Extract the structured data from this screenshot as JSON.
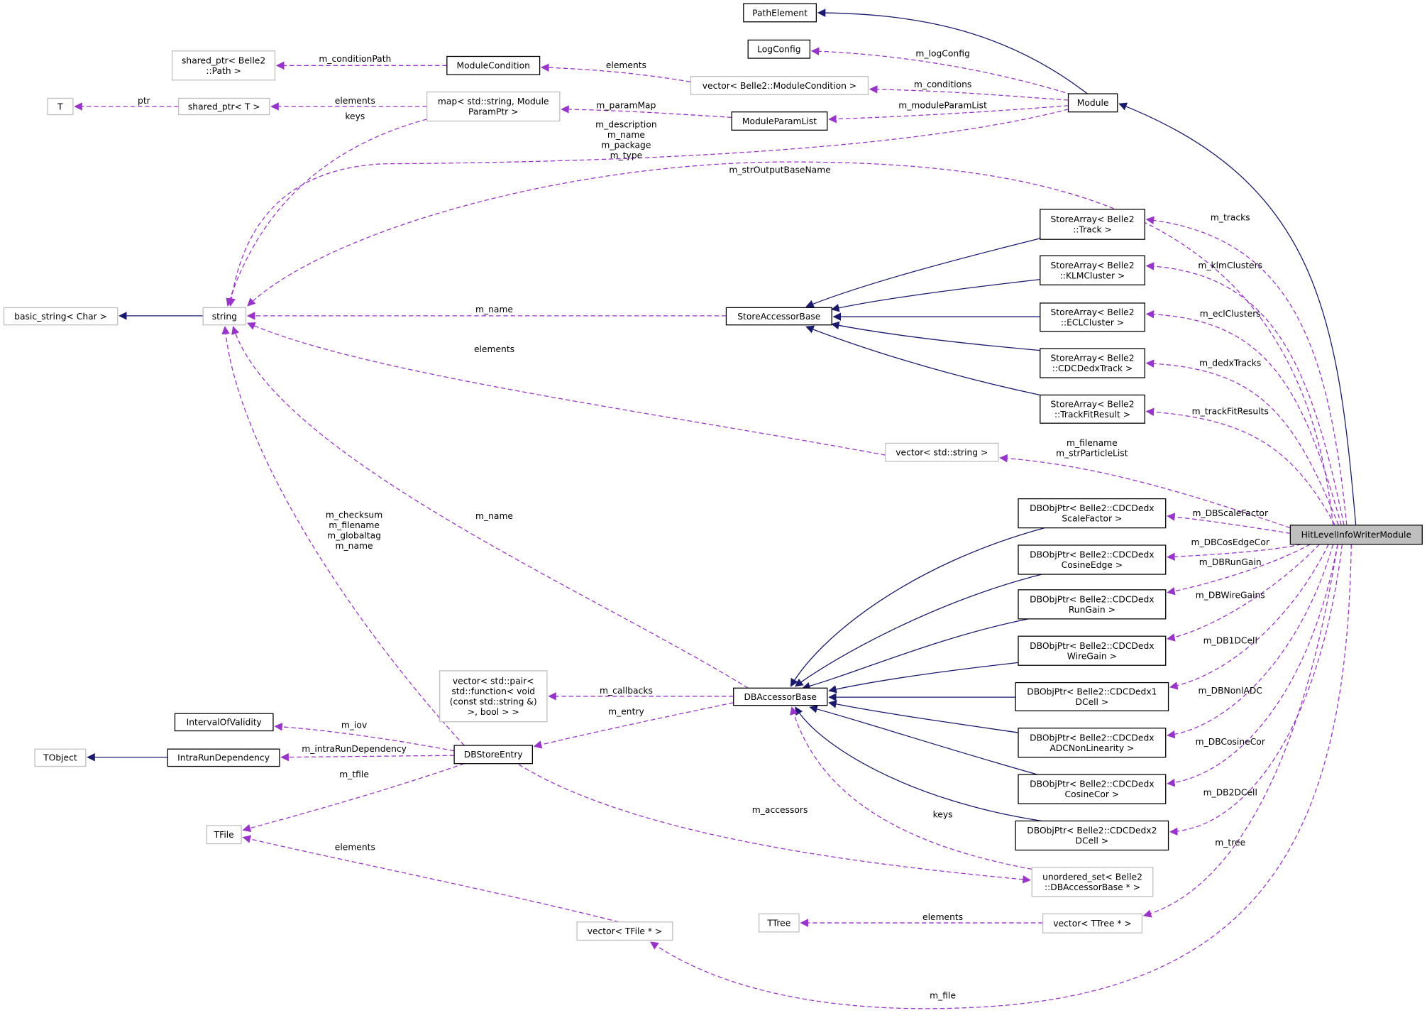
{
  "diagram": {
    "title": "HitLevelInfoWriterModule collaboration graph",
    "colors": {
      "inheritance": "#191970",
      "member": "#9a32cd",
      "main_fill": "#bfbfbf"
    },
    "nodes": [
      {
        "id": "PathElement",
        "lines": [
          "PathElement"
        ],
        "kind": "doc"
      },
      {
        "id": "LogConfig",
        "lines": [
          "LogConfig"
        ],
        "kind": "doc"
      },
      {
        "id": "ModuleCondition",
        "lines": [
          "ModuleCondition"
        ],
        "kind": "doc"
      },
      {
        "id": "SharedPtrPath",
        "lines": [
          "shared_ptr< Belle2",
          "::Path >"
        ],
        "kind": "undoc"
      },
      {
        "id": "VecModuleCondition",
        "lines": [
          "vector< Belle2::ModuleCondition >"
        ],
        "kind": "undoc"
      },
      {
        "id": "Module",
        "lines": [
          "Module"
        ],
        "kind": "doc"
      },
      {
        "id": "T",
        "lines": [
          "T"
        ],
        "kind": "undoc"
      },
      {
        "id": "SharedPtrT",
        "lines": [
          "shared_ptr< T >"
        ],
        "kind": "undoc"
      },
      {
        "id": "MapParam",
        "lines": [
          "map< std::string, Module",
          "ParamPtr >"
        ],
        "kind": "undoc"
      },
      {
        "id": "ModuleParamList",
        "lines": [
          "ModuleParamList"
        ],
        "kind": "doc"
      },
      {
        "id": "SATrack",
        "lines": [
          "StoreArray< Belle2",
          "::Track >"
        ],
        "kind": "doc"
      },
      {
        "id": "SAKLM",
        "lines": [
          "StoreArray< Belle2",
          "::KLMCluster >"
        ],
        "kind": "doc"
      },
      {
        "id": "SAECL",
        "lines": [
          "StoreArray< Belle2",
          "::ECLCluster >"
        ],
        "kind": "doc"
      },
      {
        "id": "SADedx",
        "lines": [
          "StoreArray< Belle2",
          "::CDCDedxTrack >"
        ],
        "kind": "doc"
      },
      {
        "id": "SATFR",
        "lines": [
          "StoreArray< Belle2",
          "::TrackFitResult >"
        ],
        "kind": "doc"
      },
      {
        "id": "BasicString",
        "lines": [
          "basic_string< Char >"
        ],
        "kind": "undoc"
      },
      {
        "id": "String",
        "lines": [
          "string"
        ],
        "kind": "undoc"
      },
      {
        "id": "StoreAccessorBase",
        "lines": [
          "StoreAccessorBase"
        ],
        "kind": "doc"
      },
      {
        "id": "VecString",
        "lines": [
          "vector< std::string >"
        ],
        "kind": "undoc"
      },
      {
        "id": "HitLevel",
        "lines": [
          "HitLevelInfoWriterModule"
        ],
        "kind": "main"
      },
      {
        "id": "DBScale",
        "lines": [
          "DBObjPtr< Belle2::CDCDedx",
          "ScaleFactor >"
        ],
        "kind": "doc"
      },
      {
        "id": "DBCosEdge",
        "lines": [
          "DBObjPtr< Belle2::CDCDedx",
          "CosineEdge >"
        ],
        "kind": "doc"
      },
      {
        "id": "DBRun",
        "lines": [
          "DBObjPtr< Belle2::CDCDedx",
          "RunGain >"
        ],
        "kind": "doc"
      },
      {
        "id": "DBWire",
        "lines": [
          "DBObjPtr< Belle2::CDCDedx",
          "WireGain >"
        ],
        "kind": "doc"
      },
      {
        "id": "DB1D",
        "lines": [
          "DBObjPtr< Belle2::CDCDedx1",
          "DCell >"
        ],
        "kind": "doc"
      },
      {
        "id": "DBADC",
        "lines": [
          "DBObjPtr< Belle2::CDCDedx",
          "ADCNonLinearity >"
        ],
        "kind": "doc"
      },
      {
        "id": "DBCosCor",
        "lines": [
          "DBObjPtr< Belle2::CDCDedx",
          "CosineCor >"
        ],
        "kind": "doc"
      },
      {
        "id": "DB2D",
        "lines": [
          "DBObjPtr< Belle2::CDCDedx2",
          "DCell >"
        ],
        "kind": "doc"
      },
      {
        "id": "USet",
        "lines": [
          "unordered_set< Belle2",
          "::DBAccessorBase * >"
        ],
        "kind": "undoc"
      },
      {
        "id": "VecTTree",
        "lines": [
          "vector< TTree * >"
        ],
        "kind": "undoc"
      },
      {
        "id": "TTree",
        "lines": [
          "TTree"
        ],
        "kind": "undoc"
      },
      {
        "id": "VecTFile",
        "lines": [
          "vector< TFile * >"
        ],
        "kind": "undoc"
      },
      {
        "id": "TFile",
        "lines": [
          "TFile"
        ],
        "kind": "undoc"
      },
      {
        "id": "VecPair",
        "lines": [
          "vector< std::pair<",
          "std::function< void",
          "(const std::string &)",
          ">, bool > >"
        ],
        "kind": "undoc"
      },
      {
        "id": "DBAccessorBase",
        "lines": [
          "DBAccessorBase"
        ],
        "kind": "doc"
      },
      {
        "id": "IOV",
        "lines": [
          "IntervalOfValidity"
        ],
        "kind": "doc"
      },
      {
        "id": "TObject",
        "lines": [
          "TObject"
        ],
        "kind": "undoc"
      },
      {
        "id": "IntraRun",
        "lines": [
          "IntraRunDependency"
        ],
        "kind": "doc"
      },
      {
        "id": "DBStoreEntry",
        "lines": [
          "DBStoreEntry"
        ],
        "kind": "doc"
      }
    ],
    "edges": [
      {
        "id": "e1",
        "from": "Module",
        "to": "PathElement",
        "kind": "inherit",
        "labels": []
      },
      {
        "id": "e2",
        "from": "Module",
        "to": "LogConfig",
        "kind": "member",
        "labels": [
          "m_logConfig"
        ]
      },
      {
        "id": "e3",
        "from": "Module",
        "to": "VecModuleCondition",
        "kind": "member",
        "labels": [
          "m_conditions"
        ]
      },
      {
        "id": "e4",
        "from": "VecModuleCondition",
        "to": "ModuleCondition",
        "kind": "member",
        "labels": [
          "elements"
        ]
      },
      {
        "id": "e5",
        "from": "ModuleCondition",
        "to": "SharedPtrPath",
        "kind": "member",
        "labels": [
          "m_conditionPath"
        ]
      },
      {
        "id": "e6",
        "from": "MapParam",
        "to": "SharedPtrT",
        "kind": "member",
        "labels": [
          "elements"
        ]
      },
      {
        "id": "e7",
        "from": "SharedPtrT",
        "to": "T",
        "kind": "member",
        "labels": [
          "ptr"
        ]
      },
      {
        "id": "e8",
        "from": "ModuleParamList",
        "to": "MapParam",
        "kind": "member",
        "labels": [
          "m_paramMap"
        ]
      },
      {
        "id": "e9",
        "from": "Module",
        "to": "ModuleParamList",
        "kind": "member",
        "labels": [
          "m_moduleParamList"
        ]
      },
      {
        "id": "e10",
        "from": "MapParam",
        "to": "String",
        "kind": "member",
        "labels": [
          "keys"
        ]
      },
      {
        "id": "e11",
        "from": "Module",
        "to": "String",
        "kind": "member",
        "labels": [
          "m_description",
          "m_name",
          "m_package",
          "m_type"
        ]
      },
      {
        "id": "e12",
        "from": "HitLevel",
        "to": "String",
        "kind": "member",
        "labels": [
          "m_strOutputBaseName"
        ]
      },
      {
        "id": "e13",
        "from": "StoreAccessorBase",
        "to": "String",
        "kind": "member",
        "labels": [
          "m_name"
        ]
      },
      {
        "id": "e14",
        "from": "VecString",
        "to": "String",
        "kind": "member",
        "labels": [
          "elements"
        ]
      },
      {
        "id": "e15",
        "from": "DBAccessorBase",
        "to": "String",
        "kind": "member",
        "labels": [
          "m_name"
        ]
      },
      {
        "id": "e16",
        "from": "DBStoreEntry",
        "to": "String",
        "kind": "member",
        "labels": [
          "m_checksum",
          "m_filename",
          "m_globaltag",
          "m_name"
        ]
      },
      {
        "id": "e17",
        "from": "String",
        "to": "BasicString",
        "kind": "inherit",
        "labels": []
      },
      {
        "id": "e18",
        "from": "SATrack",
        "to": "StoreAccessorBase",
        "kind": "inherit",
        "labels": []
      },
      {
        "id": "e19",
        "from": "SAKLM",
        "to": "StoreAccessorBase",
        "kind": "inherit",
        "labels": []
      },
      {
        "id": "e20",
        "from": "SAECL",
        "to": "StoreAccessorBase",
        "kind": "inherit",
        "labels": []
      },
      {
        "id": "e21",
        "from": "SADedx",
        "to": "StoreAccessorBase",
        "kind": "inherit",
        "labels": []
      },
      {
        "id": "e22",
        "from": "SATFR",
        "to": "StoreAccessorBase",
        "kind": "inherit",
        "labels": []
      },
      {
        "id": "e23",
        "from": "HitLevel",
        "to": "SATrack",
        "kind": "member",
        "labels": [
          "m_tracks"
        ]
      },
      {
        "id": "e24",
        "from": "HitLevel",
        "to": "SAKLM",
        "kind": "member",
        "labels": [
          "m_klmClusters"
        ]
      },
      {
        "id": "e25",
        "from": "HitLevel",
        "to": "SAECL",
        "kind": "member",
        "labels": [
          "m_eclClusters"
        ]
      },
      {
        "id": "e26",
        "from": "HitLevel",
        "to": "SADedx",
        "kind": "member",
        "labels": [
          "m_dedxTracks"
        ]
      },
      {
        "id": "e27",
        "from": "HitLevel",
        "to": "SATFR",
        "kind": "member",
        "labels": [
          "m_trackFitResults"
        ]
      },
      {
        "id": "e28",
        "from": "HitLevel",
        "to": "VecString",
        "kind": "member",
        "labels": [
          "m_filename",
          "m_strParticleList"
        ]
      },
      {
        "id": "e29",
        "from": "HitLevel",
        "to": "Module",
        "kind": "inherit",
        "labels": []
      },
      {
        "id": "e30",
        "from": "HitLevel",
        "to": "DBScale",
        "kind": "member",
        "labels": [
          "m_DBScaleFactor"
        ]
      },
      {
        "id": "e31",
        "from": "HitLevel",
        "to": "DBCosEdge",
        "kind": "member",
        "labels": [
          "m_DBCosEdgeCor"
        ]
      },
      {
        "id": "e32",
        "from": "HitLevel",
        "to": "DBRun",
        "kind": "member",
        "labels": [
          "m_DBRunGain"
        ]
      },
      {
        "id": "e33",
        "from": "HitLevel",
        "to": "DBWire",
        "kind": "member",
        "labels": [
          "m_DBWireGains"
        ]
      },
      {
        "id": "e34",
        "from": "HitLevel",
        "to": "DB1D",
        "kind": "member",
        "labels": [
          "m_DB1DCell"
        ]
      },
      {
        "id": "e35",
        "from": "HitLevel",
        "to": "DBADC",
        "kind": "member",
        "labels": [
          "m_DBNonlADC"
        ]
      },
      {
        "id": "e36",
        "from": "HitLevel",
        "to": "DBCosCor",
        "kind": "member",
        "labels": [
          "m_DBCosineCor"
        ]
      },
      {
        "id": "e37",
        "from": "HitLevel",
        "to": "DB2D",
        "kind": "member",
        "labels": [
          "m_DB2DCell"
        ]
      },
      {
        "id": "e38",
        "from": "DBScale",
        "to": "DBAccessorBase",
        "kind": "inherit",
        "labels": []
      },
      {
        "id": "e39",
        "from": "DBCosEdge",
        "to": "DBAccessorBase",
        "kind": "inherit",
        "labels": []
      },
      {
        "id": "e40",
        "from": "DBRun",
        "to": "DBAccessorBase",
        "kind": "inherit",
        "labels": []
      },
      {
        "id": "e41",
        "from": "DBWire",
        "to": "DBAccessorBase",
        "kind": "inherit",
        "labels": []
      },
      {
        "id": "e42",
        "from": "DB1D",
        "to": "DBAccessorBase",
        "kind": "inherit",
        "labels": []
      },
      {
        "id": "e43",
        "from": "DBADC",
        "to": "DBAccessorBase",
        "kind": "inherit",
        "labels": []
      },
      {
        "id": "e44",
        "from": "DBCosCor",
        "to": "DBAccessorBase",
        "kind": "inherit",
        "labels": []
      },
      {
        "id": "e45",
        "from": "DB2D",
        "to": "DBAccessorBase",
        "kind": "inherit",
        "labels": []
      },
      {
        "id": "e46",
        "from": "DBAccessorBase",
        "to": "VecPair",
        "kind": "member",
        "labels": [
          "m_callbacks"
        ]
      },
      {
        "id": "e47",
        "from": "DBAccessorBase",
        "to": "DBStoreEntry",
        "kind": "member",
        "labels": [
          "m_entry"
        ]
      },
      {
        "id": "e48",
        "from": "DBStoreEntry",
        "to": "IOV",
        "kind": "member",
        "labels": [
          "m_iov"
        ]
      },
      {
        "id": "e49",
        "from": "DBStoreEntry",
        "to": "IntraRun",
        "kind": "member",
        "labels": [
          "m_intraRunDependency"
        ]
      },
      {
        "id": "e50",
        "from": "IntraRun",
        "to": "TObject",
        "kind": "inherit",
        "labels": []
      },
      {
        "id": "e51",
        "from": "DBStoreEntry",
        "to": "TFile",
        "kind": "member",
        "labels": [
          "m_tfile"
        ]
      },
      {
        "id": "e52",
        "from": "DBStoreEntry",
        "to": "USet",
        "kind": "member",
        "labels": [
          "m_accessors"
        ]
      },
      {
        "id": "e53",
        "from": "USet",
        "to": "DBAccessorBase",
        "kind": "member",
        "labels": [
          "keys"
        ]
      },
      {
        "id": "e54",
        "from": "VecTFile",
        "to": "TFile",
        "kind": "member",
        "labels": [
          "elements"
        ]
      },
      {
        "id": "e55",
        "from": "VecTTree",
        "to": "TTree",
        "kind": "member",
        "labels": [
          "elements"
        ]
      },
      {
        "id": "e56",
        "from": "HitLevel",
        "to": "VecTTree",
        "kind": "member",
        "labels": [
          "m_tree"
        ]
      },
      {
        "id": "e57",
        "from": "HitLevel",
        "to": "VecTFile",
        "kind": "member",
        "labels": [
          "m_file"
        ]
      }
    ]
  }
}
